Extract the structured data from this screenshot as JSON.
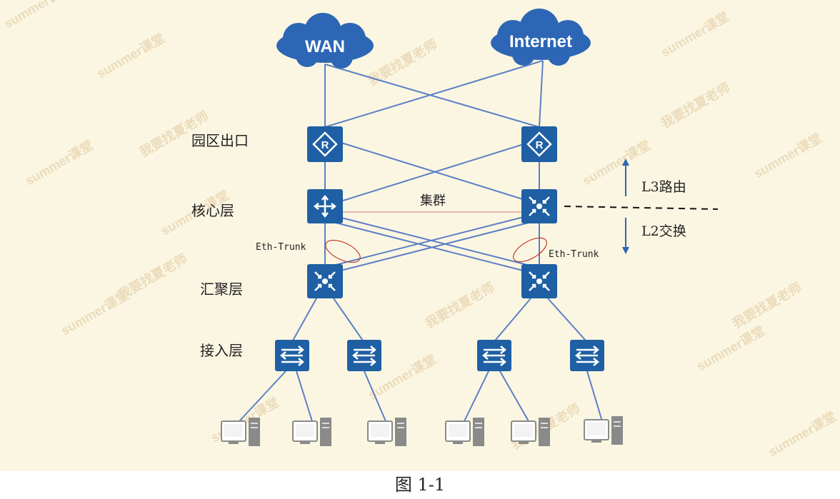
{
  "layers": {
    "exit": "园区出口",
    "core": "核心层",
    "aggregation": "汇聚层",
    "access": "接入层"
  },
  "clouds": {
    "wan": "WAN",
    "internet": "Internet"
  },
  "annotations": {
    "cluster": "集群",
    "eth_trunk_left": "Eth-Trunk",
    "eth_trunk_right": "Eth-Trunk",
    "l3": "L3路由",
    "l2": "L2交换"
  },
  "watermarks": [
    "summer课堂",
    "我要找夏老师"
  ],
  "caption": "图 1-1",
  "colors": {
    "device": "#1f5fa4",
    "link": "#5b7fc6",
    "cloud": "#2d66b5",
    "background": "#fbf6e2"
  }
}
